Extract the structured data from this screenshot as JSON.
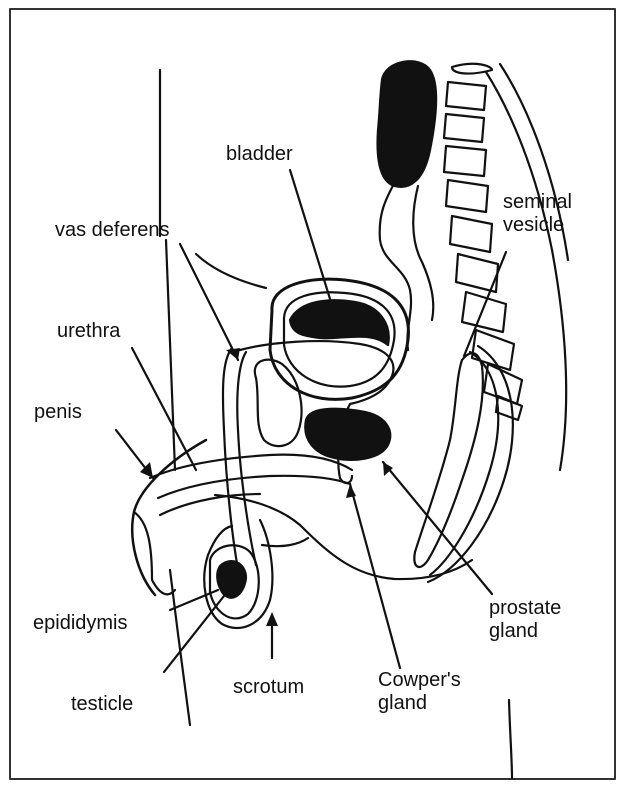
{
  "labels": {
    "bladder": "bladder",
    "vas_deferens": "vas deferens",
    "seminal_vesicle": "seminal\nvesicle",
    "urethra": "urethra",
    "penis": "penis",
    "epididymis": "epididymis",
    "testicle": "testicle",
    "scrotum": "scrotum",
    "cowpers_gland": "Cowper's\ngland",
    "prostate_gland": "prostate\ngland"
  },
  "colors": {
    "ink": "#111111",
    "paper": "#ffffff",
    "frame": "#333333"
  }
}
